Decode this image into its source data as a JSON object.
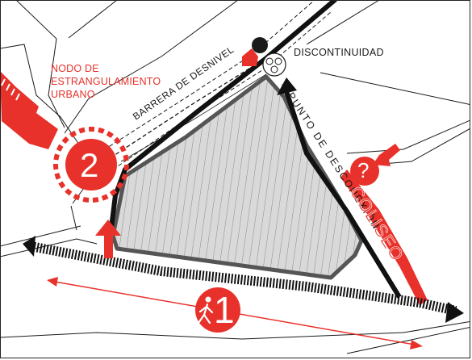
{
  "labels": {
    "node_title": [
      "NODO DE",
      "ESTRANGULAMIENTO",
      "URBANO"
    ],
    "discontinuity": "DISCONTINUIDAD",
    "barrier": "BARRERA DE DESNIVEL",
    "disconnection": "PUNTO DE DESCONEXIÓN",
    "coliseum": "COLISEO"
  },
  "markers": {
    "node": "2",
    "walk": "1",
    "unknown": "?"
  },
  "icons": [
    "pedestrian-icon",
    "tree-icon",
    "arrow-icon"
  ],
  "colors": {
    "accent": "#e8312a",
    "ink": "#1a1a1a",
    "block_fill": "#d9d9d9",
    "hatch": "#8a8a8a"
  }
}
